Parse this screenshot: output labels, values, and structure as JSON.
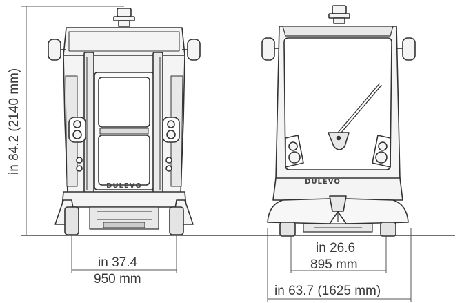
{
  "dimensions": {
    "height_label": "in 84.2 (2140 mm)",
    "rear_track_in": "in 37.4",
    "rear_track_mm": "950 mm",
    "front_track_in": "in 26.6",
    "front_track_mm": "895 mm",
    "overall_width": "in 63.7 (1625 mm)"
  },
  "branding": {
    "rear_logo": "DULEVO",
    "front_logo": "DULEVO"
  },
  "colors": {
    "line": "#333333",
    "dim_line": "#555555",
    "glass": "#ffffff",
    "body_fill": "#f4f4f4",
    "ground": "#444444"
  }
}
